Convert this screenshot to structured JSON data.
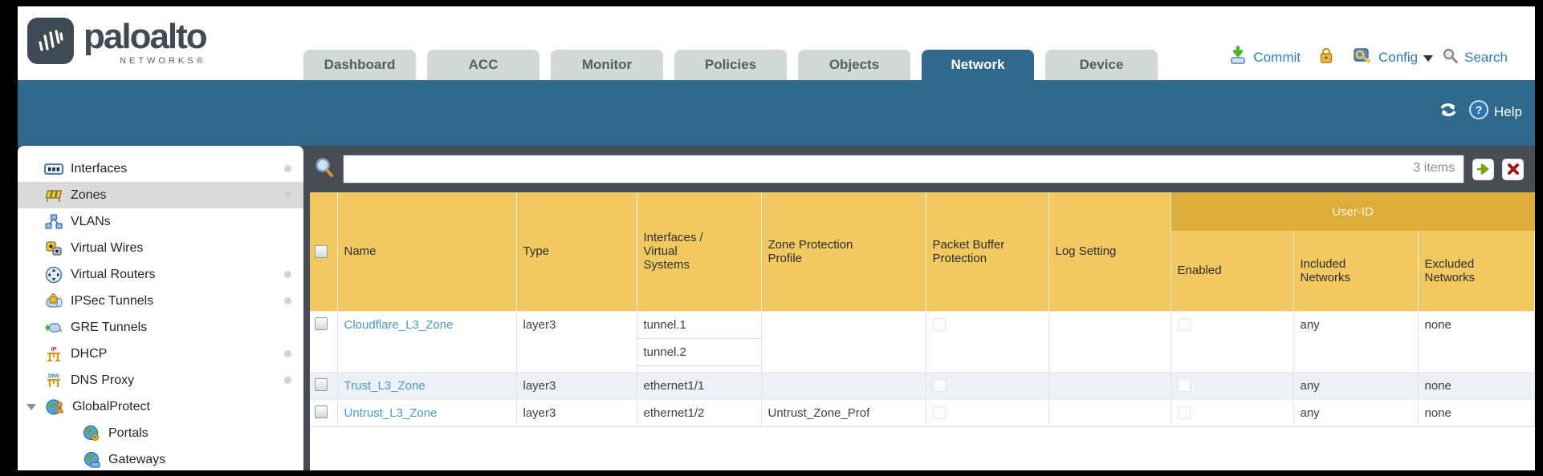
{
  "header": {
    "logo": {
      "brand": "paloalto",
      "sub": "NETWORKS®"
    },
    "tabs": [
      {
        "label": "Dashboard"
      },
      {
        "label": "ACC"
      },
      {
        "label": "Monitor"
      },
      {
        "label": "Policies"
      },
      {
        "label": "Objects"
      },
      {
        "label": "Network"
      },
      {
        "label": "Device"
      }
    ],
    "actions": {
      "commit": "Commit",
      "config": "Config",
      "search": "Search"
    }
  },
  "band": {
    "help": "Help"
  },
  "sidebar": {
    "items": [
      {
        "label": "Interfaces"
      },
      {
        "label": "Zones"
      },
      {
        "label": "VLANs"
      },
      {
        "label": "Virtual Wires"
      },
      {
        "label": "Virtual Routers"
      },
      {
        "label": "IPSec Tunnels"
      },
      {
        "label": "GRE Tunnels"
      },
      {
        "label": "DHCP"
      },
      {
        "label": "DNS Proxy"
      },
      {
        "label": "GlobalProtect"
      },
      {
        "label": "Portals"
      },
      {
        "label": "Gateways"
      }
    ]
  },
  "filter": {
    "value": "",
    "count": "3 items"
  },
  "table": {
    "group_header": "User-ID",
    "columns": [
      "Name",
      "Type",
      "Interfaces / Virtual Systems",
      "Zone Protection Profile",
      "Packet Buffer Protection",
      "Log Setting",
      "Enabled",
      "Included Networks",
      "Excluded Networks"
    ],
    "rows": [
      {
        "name": "Cloudflare_L3_Zone",
        "type": "layer3",
        "interfaces": [
          "tunnel.1",
          "tunnel.2"
        ],
        "zone_protection_profile": "",
        "log_setting": "",
        "included_networks": "any",
        "excluded_networks": "none"
      },
      {
        "name": "Trust_L3_Zone",
        "type": "layer3",
        "interfaces": [
          "ethernet1/1"
        ],
        "zone_protection_profile": "",
        "log_setting": "",
        "included_networks": "any",
        "excluded_networks": "none"
      },
      {
        "name": "Untrust_L3_Zone",
        "type": "layer3",
        "interfaces": [
          "ethernet1/2"
        ],
        "zone_protection_profile": "Untrust_Zone_Prof",
        "log_setting": "",
        "included_networks": "any",
        "excluded_networks": "none"
      }
    ]
  },
  "colors": {
    "teal": "#2f6a8c",
    "slate": "#474d52",
    "gold": "#f1c960",
    "gold_dark": "#ddad3c",
    "link": "#4b9ac4",
    "tab_gray": "#d2d8d5",
    "action_blue": "#2f7fb7",
    "row_alt": "#edf1f6"
  }
}
